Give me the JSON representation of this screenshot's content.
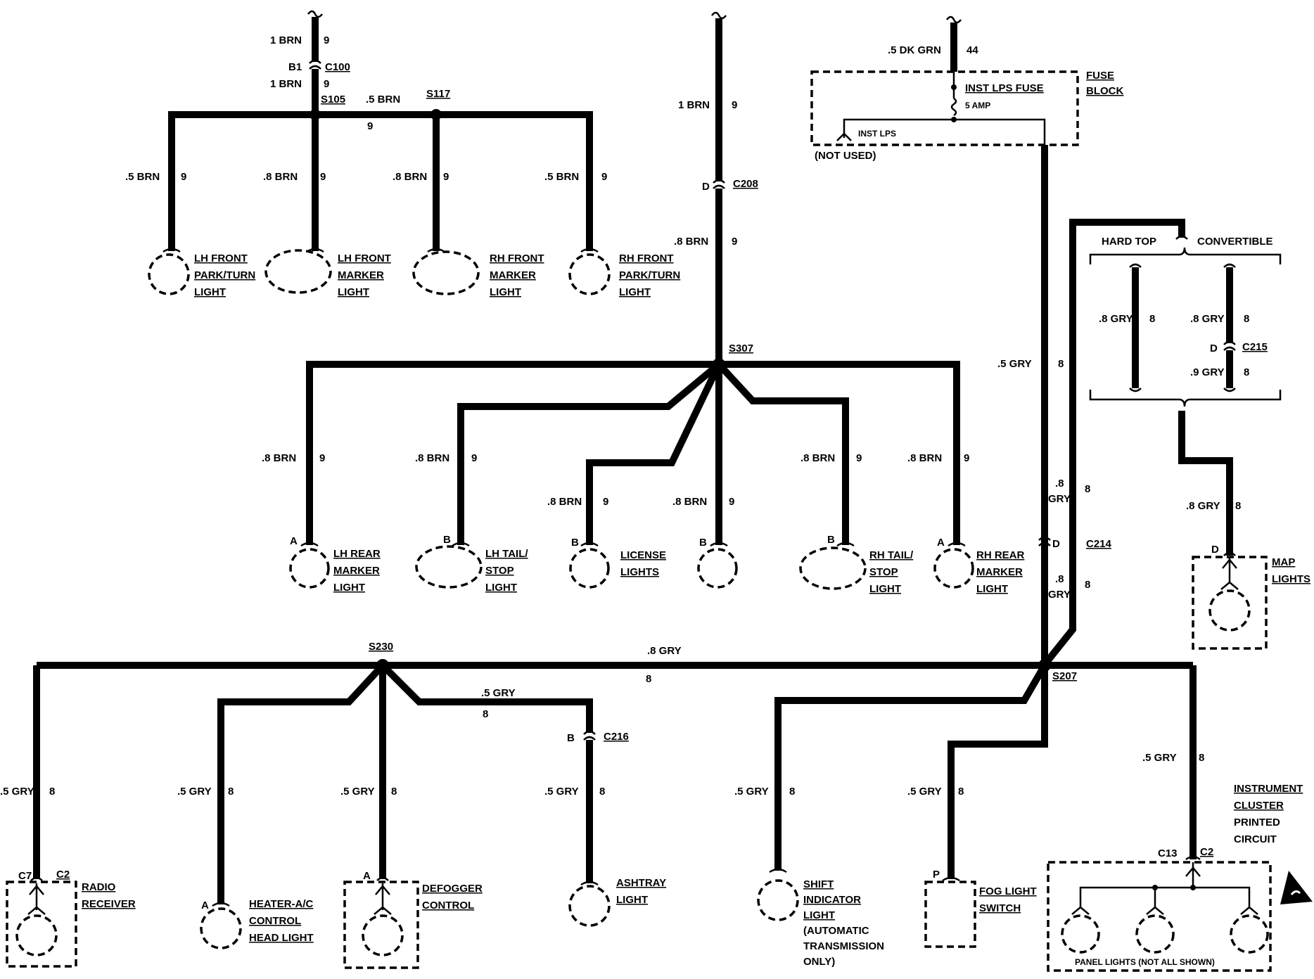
{
  "wires": {
    "w1_top": "1 BRN",
    "w1_top_c": "9",
    "w1_c100_pin": "B1",
    "w1_c100": "C100",
    "w1_mid": "1 BRN",
    "w1_mid_c": "9",
    "s105": "S105",
    "s117": "S117",
    "s105_s117": ".5 BRN",
    "s105_s117_c": "9",
    "lhfpt": ".5 BRN",
    "lhfpt_c": "9",
    "lhfm": ".8 BRN",
    "lhfm_c": "9",
    "rhfm": ".8 BRN",
    "rhfm_c": "9",
    "rhfpt": ".5 BRN",
    "rhfpt_c": "9",
    "rear_top": "1 BRN",
    "rear_top_c": "9",
    "c208_pin": "D",
    "c208": "C208",
    "rear_mid": ".8 BRN",
    "rear_mid_c": "9",
    "s307": "S307",
    "lhrm": ".8 BRN",
    "lhrm_c": "9",
    "lhts": ".8 BRN",
    "lhts_c": "9",
    "lic": ".8 BRN",
    "lic_c": "9",
    "lic2": ".8 BRN",
    "lic2_c": "9",
    "rhts": ".8 BRN",
    "rhts_c": "9",
    "rhrm": ".8 BRN",
    "rhrm_c": "9",
    "fuse_in": ".5 DK GRN",
    "fuse_in_c": "44",
    "fuse_out": ".5 GRY",
    "fuse_out_c": "8",
    "c214_up": ".8",
    "c214_up2": "GRY",
    "c214_up_c": "8",
    "c214_pin": "D",
    "c214": "C214",
    "c214_dn": ".8",
    "c214_dn2": "GRY",
    "c214_dn_c": "8",
    "s207": "S207",
    "s230": "S230",
    "bus": ".8 GRY",
    "bus_c": "8",
    "hardtop": ".8 GRY",
    "hardtop_c": "8",
    "conv_top": ".8 GRY",
    "conv_top_c": "8",
    "c215_pin": "D",
    "c215": "C215",
    "conv_bot": ".9 GRY",
    "conv_bot_c": "8",
    "map": ".8 GRY",
    "map_c": "8",
    "map_pin": "D",
    "radio": ".5 GRY",
    "radio_c": "8",
    "heater": ".5 GRY",
    "heater_c": "8",
    "defog": ".5 GRY",
    "defog_c": "8",
    "ashtray_top": ".5 GRY",
    "ashtray_top_c": "8",
    "c216_pin": "B",
    "c216": "C216",
    "ashtray": ".5 GRY",
    "ashtray_c": "8",
    "shift": ".5 GRY",
    "shift_c": "8",
    "fog": ".5 GRY",
    "fog_c": "8",
    "cluster": ".5 GRY",
    "cluster_c": "8"
  },
  "components": {
    "lh_front_turn": [
      "LH FRONT",
      "PARK/TURN",
      "LIGHT"
    ],
    "lh_front_marker": [
      "LH FRONT",
      "MARKER",
      "LIGHT"
    ],
    "rh_front_marker": [
      "RH FRONT",
      "MARKER",
      "LIGHT"
    ],
    "rh_front_turn": [
      "RH FRONT",
      "PARK/TURN",
      "LIGHT"
    ],
    "lh_rear_marker": [
      "LH REAR",
      "MARKER",
      "LIGHT"
    ],
    "lh_tail": [
      "LH TAIL/",
      "STOP",
      "LIGHT"
    ],
    "license": [
      "LICENSE",
      "LIGHTS"
    ],
    "rh_tail": [
      "RH TAIL/",
      "STOP",
      "LIGHT"
    ],
    "rh_rear_marker": [
      "RH REAR",
      "MARKER",
      "LIGHT"
    ],
    "fuse_block": [
      "FUSE",
      "BLOCK"
    ],
    "fuse_name": "INST LPS FUSE",
    "fuse_amp": "5 AMP",
    "inst_lps": "INST LPS",
    "not_used": "(NOT USED)",
    "hard_top": "HARD TOP",
    "convertible": "CONVERTIBLE",
    "map_lights": [
      "MAP",
      "LIGHTS"
    ],
    "radio": [
      "RADIO",
      "RECEIVER"
    ],
    "heater": [
      "HEATER-A/C",
      "CONTROL",
      "HEAD LIGHT"
    ],
    "defogger": [
      "DEFOGGER",
      "CONTROL"
    ],
    "ashtray": [
      "ASHTRAY",
      "LIGHT"
    ],
    "shift": [
      "SHIFT",
      "INDICATOR",
      "LIGHT",
      "(AUTOMATIC",
      "TRANSMISSION",
      "ONLY)"
    ],
    "fog": [
      "FOG LIGHT",
      "SWITCH"
    ],
    "cluster": [
      "INSTRUMENT",
      "CLUSTER",
      "PRINTED",
      "CIRCUIT"
    ],
    "panel_lights": "PANEL LIGHTS (NOT ALL SHOWN)"
  },
  "pins": {
    "lhrm": "A",
    "lhts": "B",
    "lic": "B",
    "lic2": "B",
    "rhts": "B",
    "rhrm": "A",
    "radio_c7": "C7",
    "radio_c2": "C2",
    "heater": "A",
    "defog": "A",
    "fog": "P",
    "cluster_c13": "C13",
    "cluster_c2": "C2"
  }
}
